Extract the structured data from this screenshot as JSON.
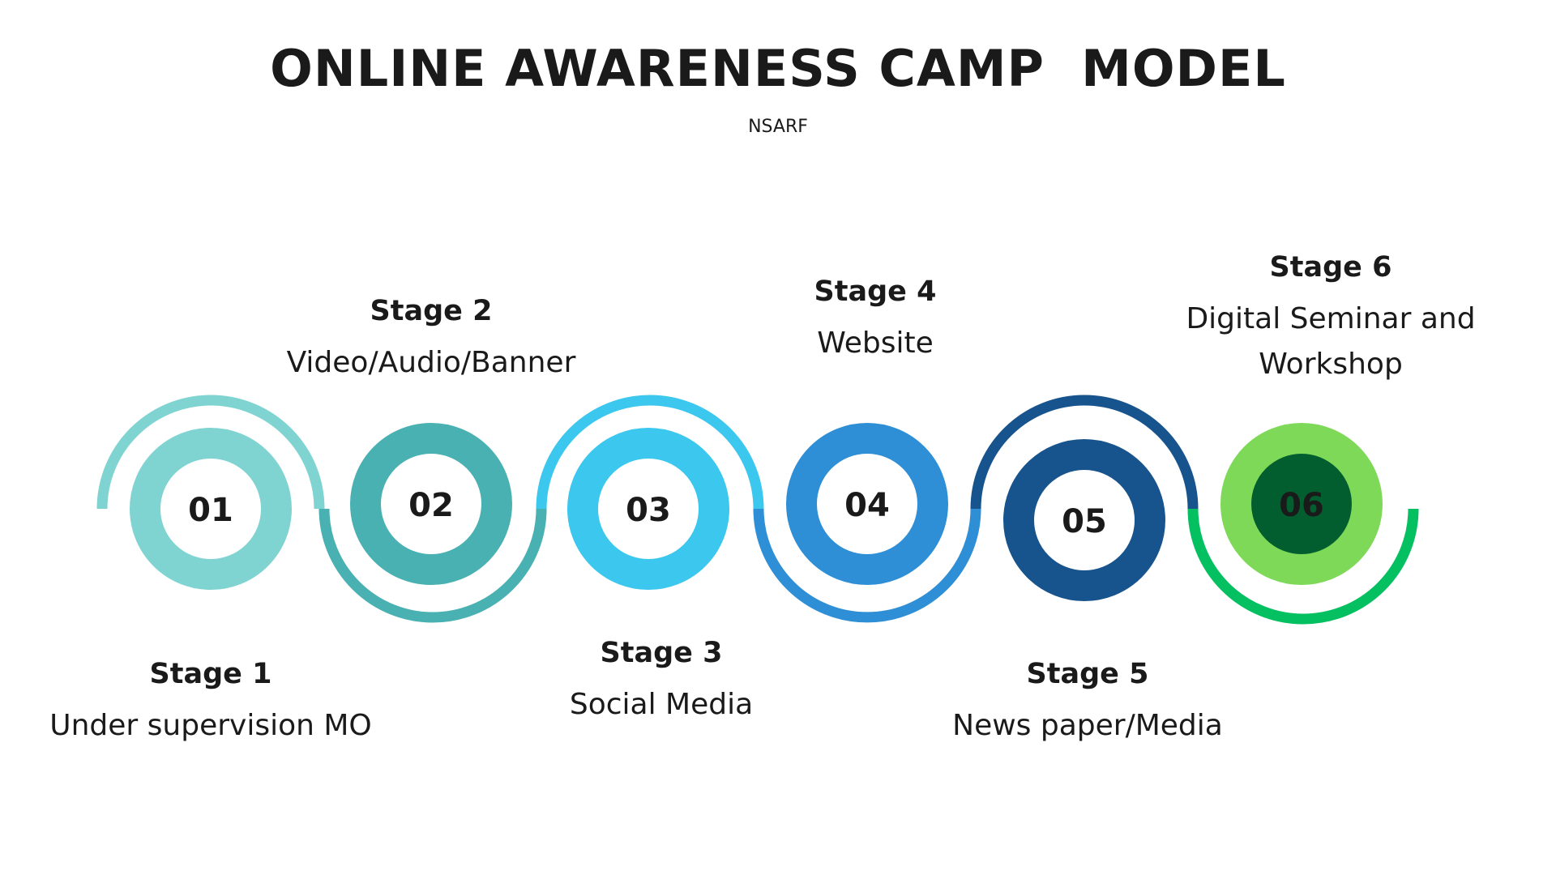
{
  "title": "ONLINE AWARENESS CAMP  MODEL",
  "subtitle": "NSARF",
  "stages": [
    {
      "number": "01",
      "name": "Stage 1",
      "description": "Under supervision MO",
      "ring_color": "#7fd4d2",
      "inner_color": "#ffffff",
      "arc_color": "#7fd4d2"
    },
    {
      "number": "02",
      "name": "Stage 2",
      "description": "Video/Audio/Banner",
      "ring_color": "#4ab1b3",
      "inner_color": "#ffffff",
      "arc_color": "#4ab1b3"
    },
    {
      "number": "03",
      "name": "Stage 3",
      "description": "Social Media",
      "ring_color": "#3cc8ee",
      "inner_color": "#ffffff",
      "arc_color": "#3cc8ee"
    },
    {
      "number": "04",
      "name": "Stage 4",
      "description": "Website",
      "ring_color": "#2e8fd6",
      "inner_color": "#ffffff",
      "arc_color": "#2e8fd6"
    },
    {
      "number": "05",
      "name": "Stage 5",
      "description": "News paper/Media",
      "ring_color": "#17548d",
      "inner_color": "#ffffff",
      "arc_color": "#17548d"
    },
    {
      "number": "06",
      "name": "Stage 6",
      "description": "Digital Seminar and Workshop",
      "ring_color": "#7dd957",
      "inner_color": "#035e2f",
      "arc_color": "#05c060"
    }
  ]
}
